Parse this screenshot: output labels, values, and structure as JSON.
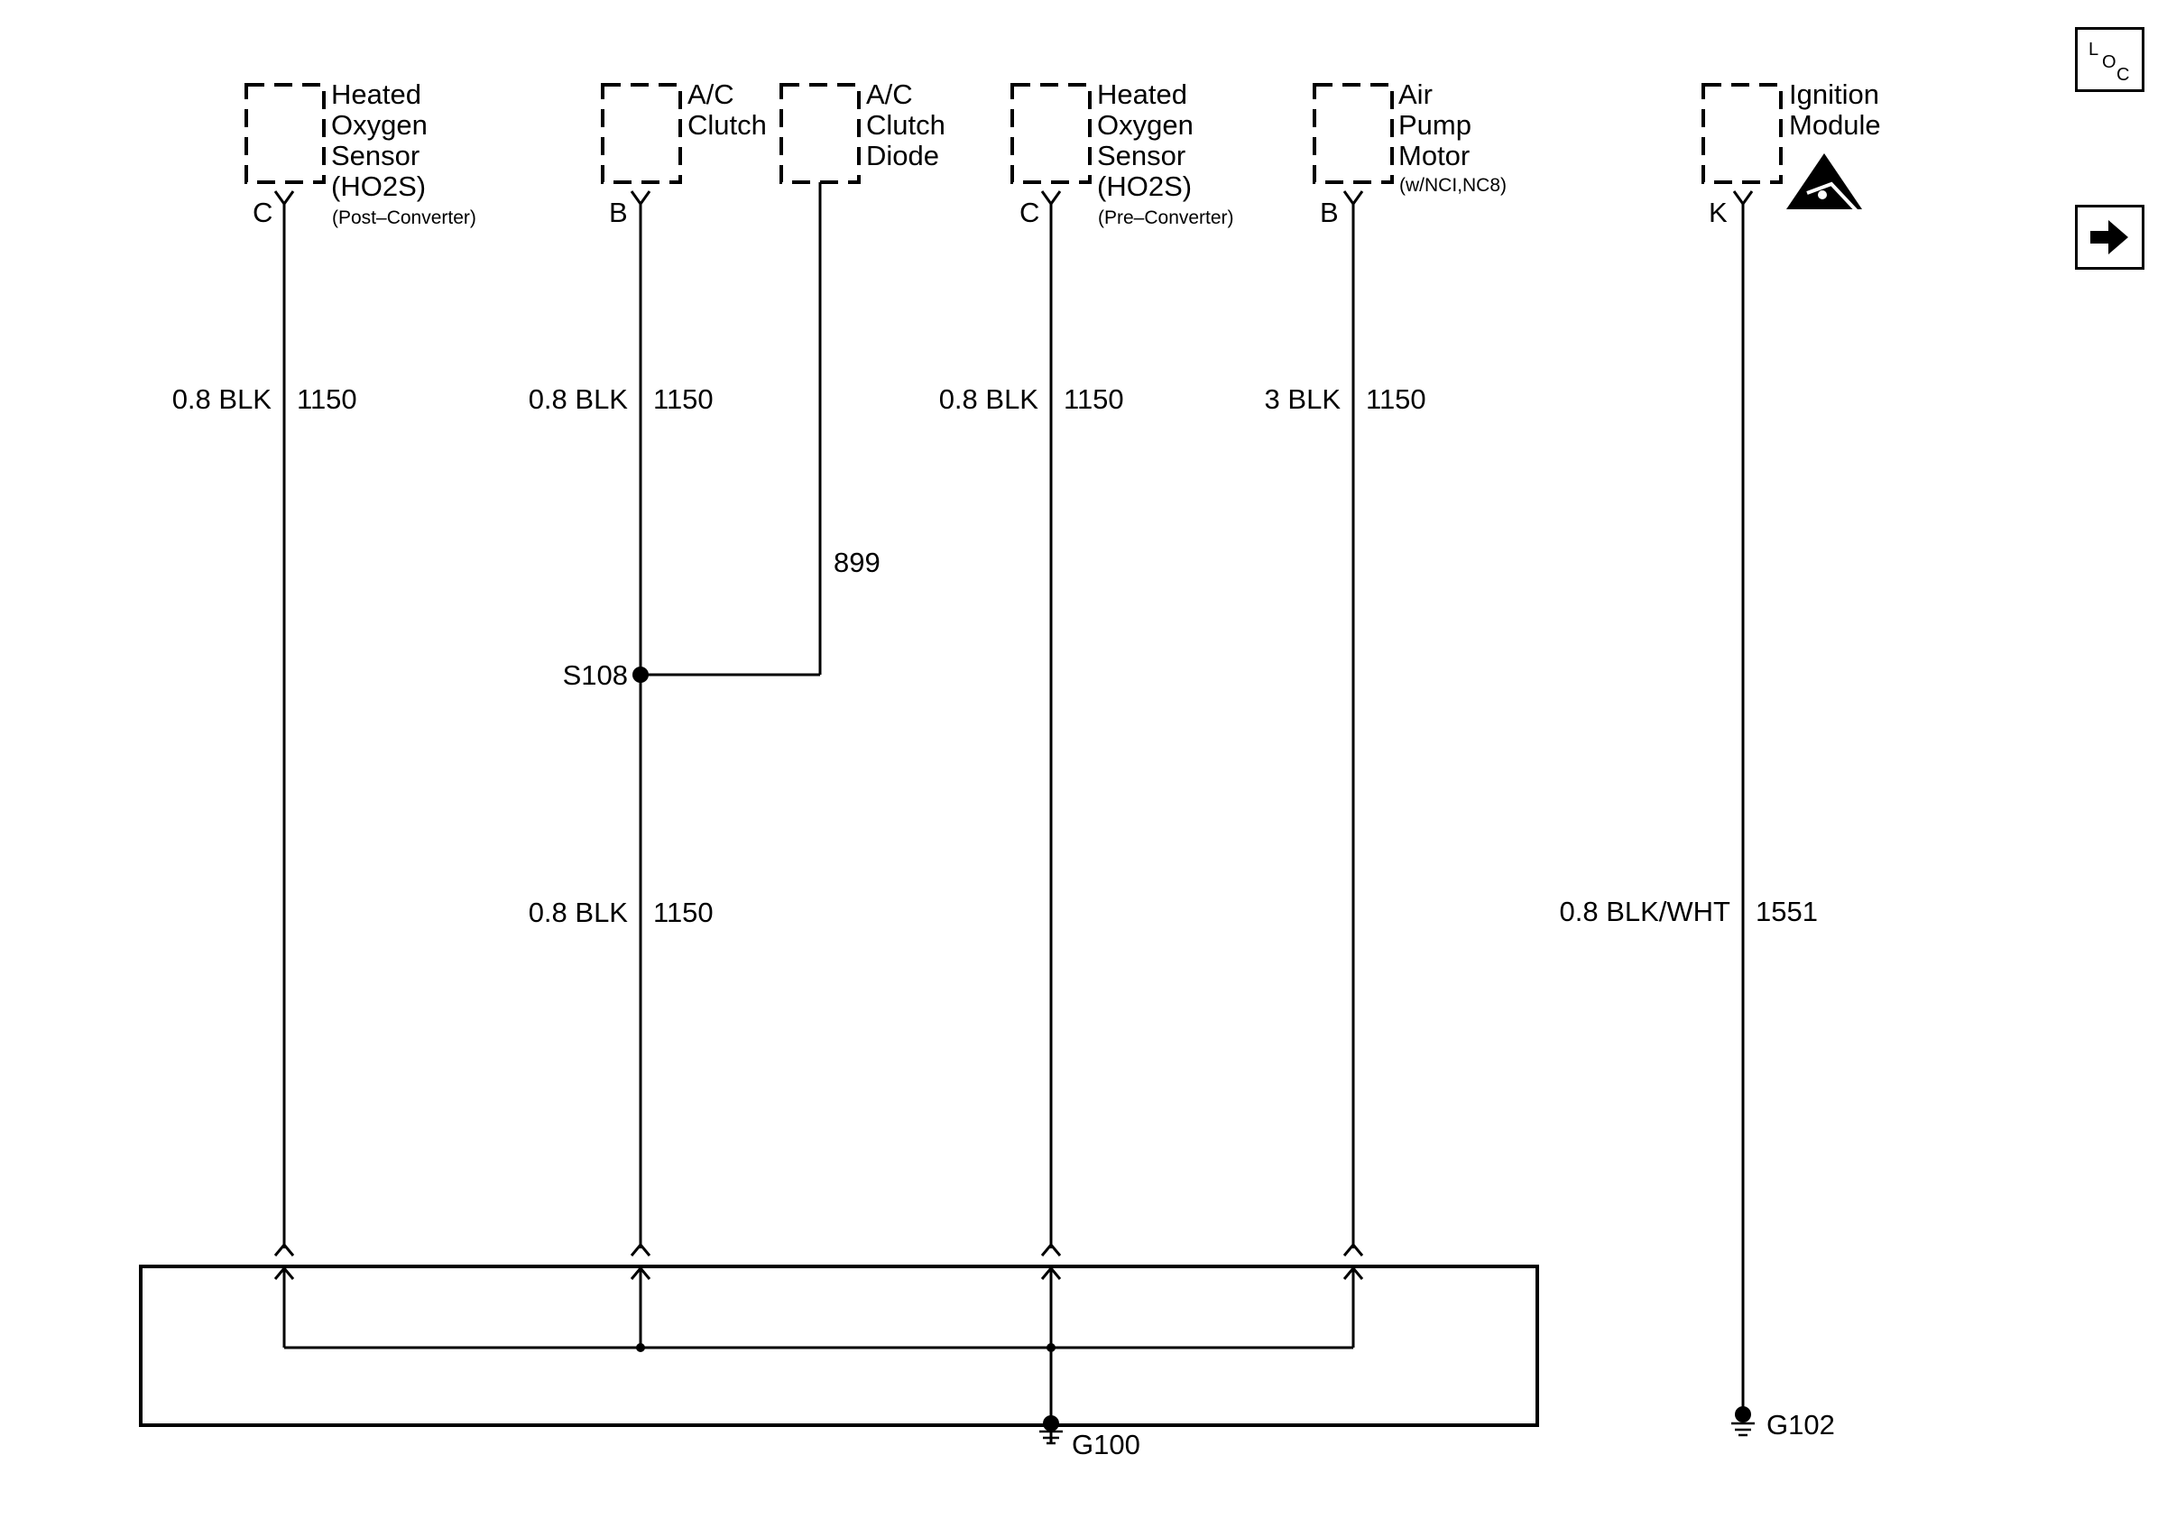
{
  "components": {
    "ho2s_post": {
      "lines": [
        "Heated",
        "Oxygen",
        "Sensor",
        "(HO2S)"
      ],
      "sub": "(Post–Converter)",
      "pin": "C"
    },
    "ac_clutch": {
      "lines": [
        "A/C",
        "Clutch"
      ],
      "pin": "B"
    },
    "ac_clutch_diode": {
      "lines": [
        "A/C",
        "Clutch",
        "Diode"
      ]
    },
    "ho2s_pre": {
      "lines": [
        "Heated",
        "Oxygen",
        "Sensor",
        "(HO2S)"
      ],
      "sub": "(Pre–Converter)",
      "pin": "C"
    },
    "air_pump": {
      "lines": [
        "Air",
        "Pump",
        "Motor"
      ],
      "sub": "(w/NCI,NC8)",
      "pin": "B"
    },
    "ignition_module": {
      "lines": [
        "Ignition",
        "Module"
      ],
      "pin": "K"
    }
  },
  "wires": {
    "ho2s_post": {
      "color": "0.8 BLK",
      "circuit": "1150"
    },
    "ac_clutch_upper": {
      "color": "0.8 BLK",
      "circuit": "1150"
    },
    "ac_clutch_lower": {
      "color": "0.8 BLK",
      "circuit": "1150"
    },
    "diode": {
      "circuit": "899"
    },
    "ho2s_pre": {
      "color": "0.8 BLK",
      "circuit": "1150"
    },
    "air_pump": {
      "color": "3 BLK",
      "circuit": "1150"
    },
    "ignition": {
      "color": "0.8 BLK/WHT",
      "circuit": "1551"
    }
  },
  "splice": "S108",
  "grounds": {
    "g100": "G100",
    "g102": "G102"
  },
  "nav": {
    "loc_l": "L",
    "loc_o": "O",
    "loc_c": "C",
    "next_icon": "right-arrow-icon"
  }
}
